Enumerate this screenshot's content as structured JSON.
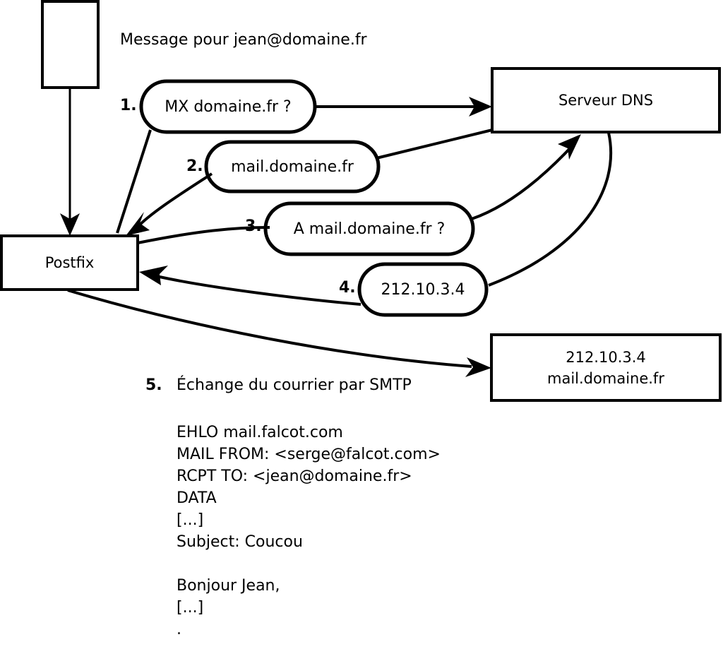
{
  "diagram": {
    "title_caption": "Message pour jean@domaine.fr",
    "nodes": {
      "client_box": {
        "label": ""
      },
      "postfix_box": {
        "label": "Postfix"
      },
      "dns_box": {
        "label": "Serveur DNS"
      },
      "mail_box": {
        "line1": "212.10.3.4",
        "line2": "mail.domaine.fr"
      }
    },
    "steps": [
      {
        "num": "1.",
        "text": "MX domaine.fr ?"
      },
      {
        "num": "2.",
        "text": "mail.domaine.fr"
      },
      {
        "num": "3.",
        "text": "A mail.domaine.fr ?"
      },
      {
        "num": "4.",
        "text": "212.10.3.4"
      }
    ],
    "smtp_step": {
      "num": "5.",
      "text": "Échange du courrier par SMTP"
    },
    "smtp_transcript": [
      "EHLO mail.falcot.com",
      "MAIL FROM: <serge@falcot.com>",
      "RCPT TO: <jean@domaine.fr>",
      "DATA",
      "[...]",
      "Subject: Coucou",
      "",
      "Bonjour Jean,",
      "[...]",
      "."
    ],
    "colors": {
      "stroke": "#000000",
      "fill": "#ffffff",
      "background": "#ffffff"
    }
  }
}
